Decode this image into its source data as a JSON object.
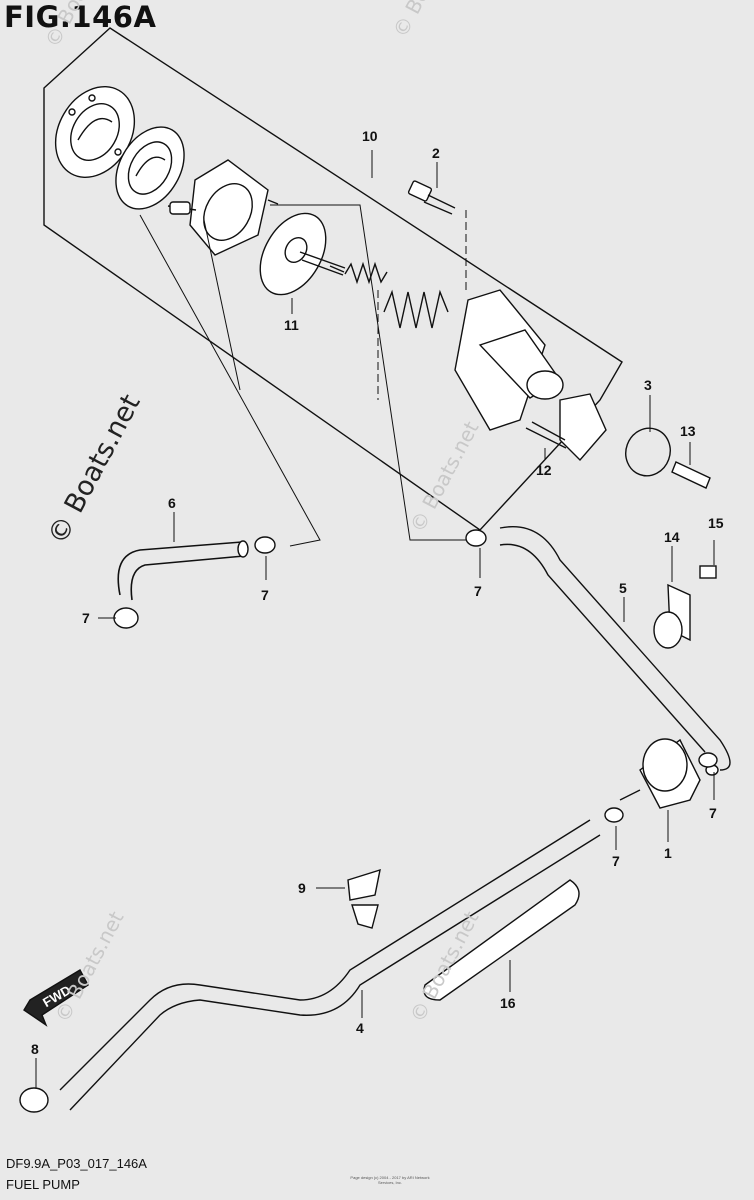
{
  "figure_title": "FIG.146A",
  "figure_code": "DF9.9A_P03_017_146A",
  "caption": "FUEL PUMP",
  "watermark_text": "© Boats.net",
  "copyright_text": "Page design (c) 2004 - 2017 by ARI Network Services, Inc.",
  "fwd_label": "FWD",
  "callouts": {
    "c1": "1",
    "c2": "2",
    "c3": "3",
    "c4": "4",
    "c5": "5",
    "c6": "6",
    "c7a": "7",
    "c7b": "7",
    "c7c": "7",
    "c7d": "7",
    "c7e": "7",
    "c8": "8",
    "c9": "9",
    "c10": "10",
    "c11": "11",
    "c12": "12",
    "c13": "13",
    "c14": "14",
    "c15": "15",
    "c16": "16"
  },
  "colors": {
    "background": "#e9e9e9",
    "line": "#111111",
    "part_fill": "#ffffff",
    "watermark": "#c8c8c8"
  }
}
